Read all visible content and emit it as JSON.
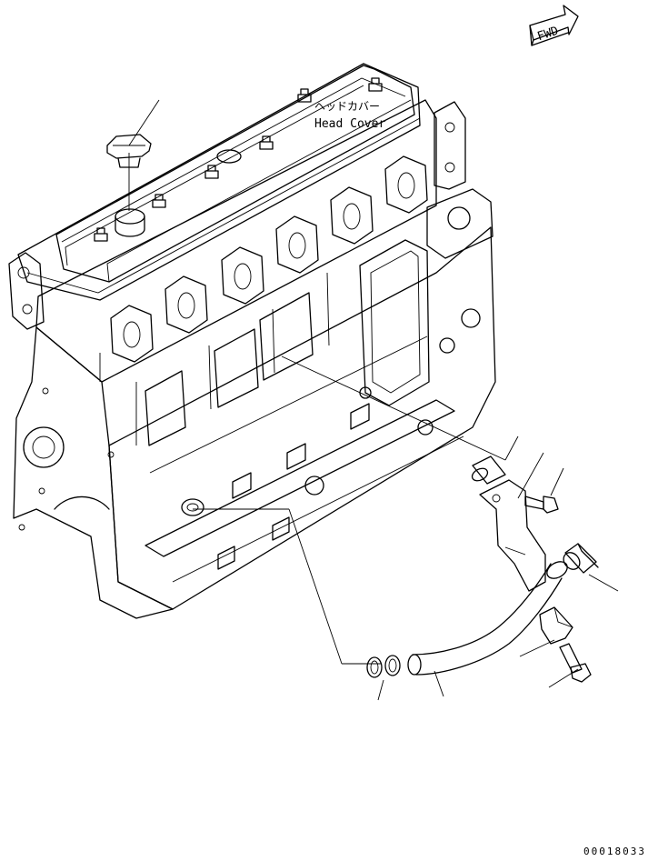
{
  "labels": {
    "head_cover_jp": "ヘッドカバー",
    "head_cover_en": "Head Cover",
    "direction": "FWD",
    "drawing_number": "00018033"
  },
  "colors": {
    "line": "#000000",
    "background": "#ffffff"
  },
  "icons": {
    "direction_arrow": "fwd-arrow-icon"
  }
}
